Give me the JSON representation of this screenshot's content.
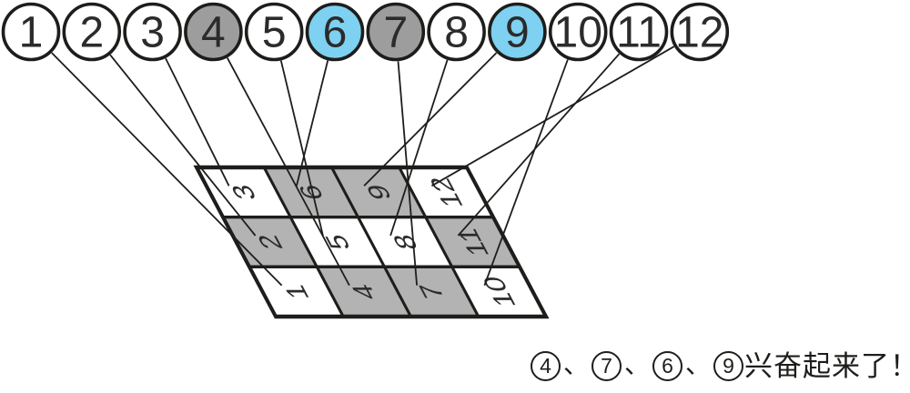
{
  "colors": {
    "ink": "#1d1d1b",
    "digit": "#2b2b2b",
    "circle_white": "#ffffff",
    "circle_gray": "#9d9d9d",
    "circle_blue": "#7ed1f0",
    "cell_white": "#ffffff",
    "cell_gray": "#b3b3b3"
  },
  "circles": [
    {
      "label": "1",
      "variant": "white"
    },
    {
      "label": "2",
      "variant": "white"
    },
    {
      "label": "3",
      "variant": "white"
    },
    {
      "label": "4",
      "variant": "gray"
    },
    {
      "label": "5",
      "variant": "white"
    },
    {
      "label": "6",
      "variant": "blue"
    },
    {
      "label": "7",
      "variant": "gray"
    },
    {
      "label": "8",
      "variant": "white"
    },
    {
      "label": "9",
      "variant": "blue"
    },
    {
      "label": "10",
      "variant": "white"
    },
    {
      "label": "11",
      "variant": "white"
    },
    {
      "label": "12",
      "variant": "white"
    }
  ],
  "grid": {
    "rows": [
      [
        "3",
        "6",
        "9",
        "12"
      ],
      [
        "2",
        "5",
        "8",
        "11"
      ],
      [
        "1",
        "4",
        "7",
        "10"
      ]
    ],
    "shaded_cells": [
      "2",
      "4",
      "6",
      "7",
      "9",
      "11"
    ]
  },
  "connections": [
    {
      "circle": "1",
      "cell": "1"
    },
    {
      "circle": "2",
      "cell": "2"
    },
    {
      "circle": "3",
      "cell": "3"
    },
    {
      "circle": "4",
      "cell": "4"
    },
    {
      "circle": "5",
      "cell": "5"
    },
    {
      "circle": "6",
      "cell": "6"
    },
    {
      "circle": "7",
      "cell": "7"
    },
    {
      "circle": "8",
      "cell": "8"
    },
    {
      "circle": "9",
      "cell": "9"
    },
    {
      "circle": "10",
      "cell": "10"
    },
    {
      "circle": "11",
      "cell": "11"
    },
    {
      "circle": "12",
      "cell": "12"
    }
  ],
  "caption": {
    "circled_numbers": [
      "4",
      "7",
      "6",
      "9"
    ],
    "separator": "、",
    "suffix": "兴奋起来了！"
  }
}
